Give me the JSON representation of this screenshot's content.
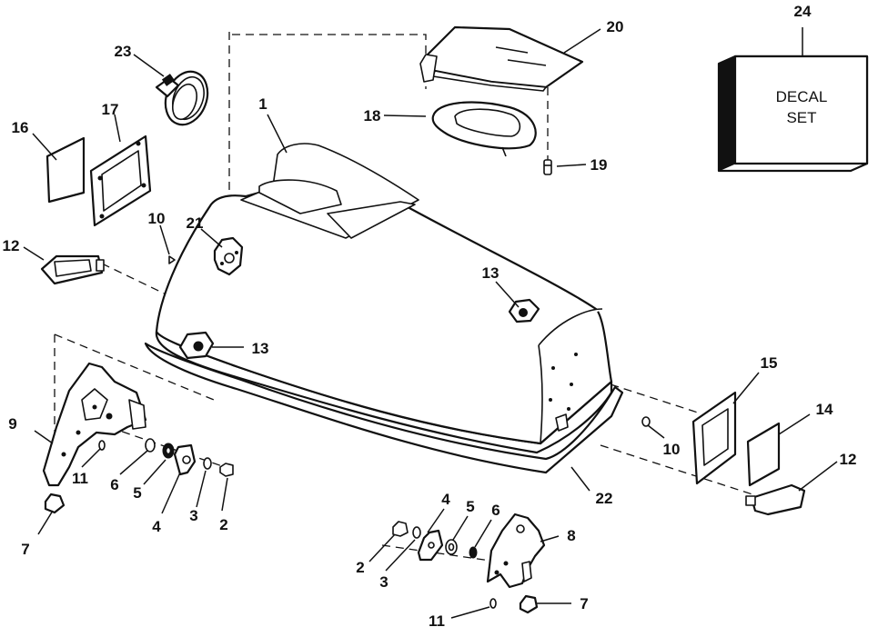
{
  "diagram": {
    "callouts": {
      "c1": "1",
      "c2a": "2",
      "c2b": "2",
      "c3a": "3",
      "c3b": "3",
      "c4a": "4",
      "c4b": "4",
      "c5a": "5",
      "c5b": "5",
      "c6a": "6",
      "c6b": "6",
      "c7a": "7",
      "c7b": "7",
      "c8": "8",
      "c9": "9",
      "c10a": "10",
      "c10b": "10",
      "c11a": "11",
      "c11b": "11",
      "c12a": "12",
      "c12b": "12",
      "c13a": "13",
      "c13b": "13",
      "c14": "14",
      "c15": "15",
      "c16": "16",
      "c17": "17",
      "c18": "18",
      "c19": "19",
      "c20": "20",
      "c21": "21",
      "c22": "22",
      "c23": "23",
      "c24": "24"
    },
    "decal_box": {
      "line1": "DECAL",
      "line2": "SET"
    }
  }
}
